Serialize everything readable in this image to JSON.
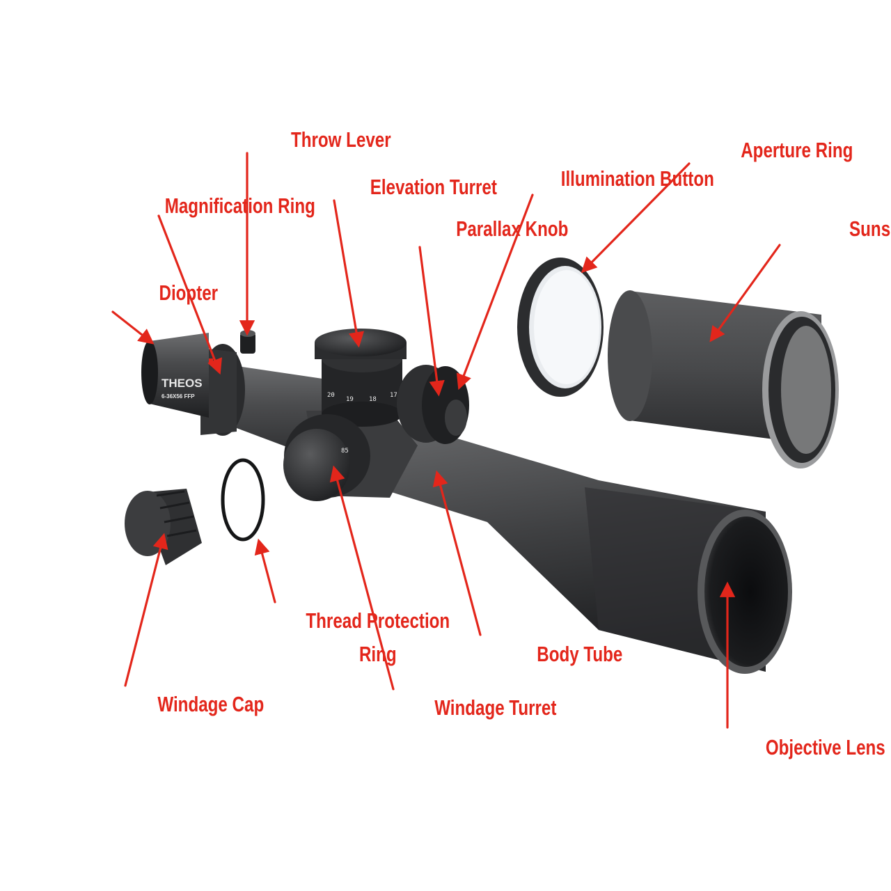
{
  "labels": {
    "throw_lever": "Throw Lever",
    "magnification_ring": "Magnification Ring",
    "elevation_turret": "Elevation Turret",
    "illumination_button": "Illumination Button",
    "aperture_ring": "Aperture Ring",
    "parallax_knob": "Parallax Knob",
    "sunshade": "Sunshade",
    "diopter": "Diopter",
    "thread_protection_ring_line1": "Thread Protection",
    "thread_protection_ring_line2": "Ring",
    "windage_cap": "Windage Cap",
    "windage_turret": "Windage Turret",
    "body_tube": "Body Tube",
    "objective_lens": "Objective Lens"
  },
  "product_marking": {
    "brand": "THEOS",
    "model": "6-36X56 FFP"
  },
  "colors": {
    "label_red": "#e3261b",
    "scope_body": "#3a3b3d",
    "background": "#ffffff"
  }
}
